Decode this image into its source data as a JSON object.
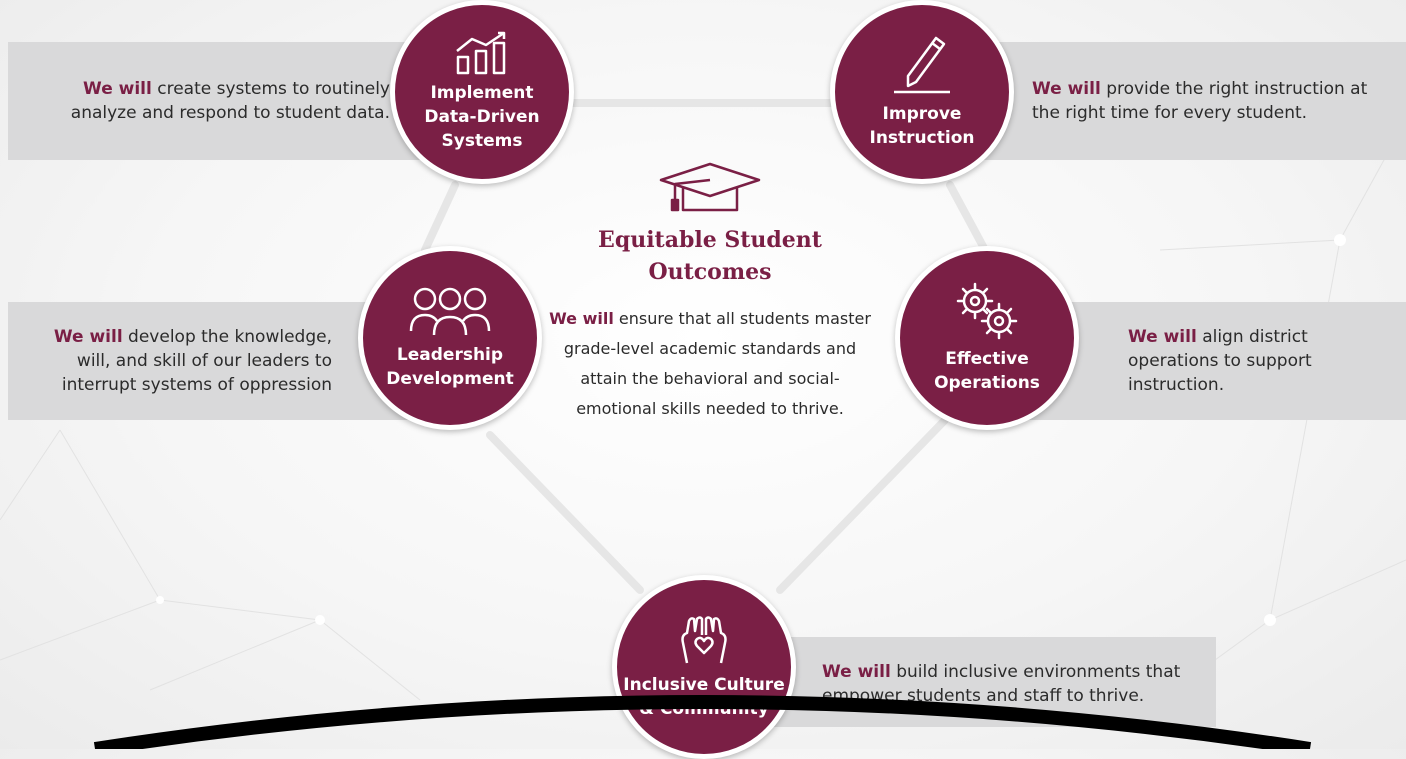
{
  "we_will": "We will",
  "center": {
    "icon": "graduation-cap-icon",
    "title": "Equitable Student\nOutcomes",
    "text": "ensure that all students master grade-level academic standards and attain the behavioral and social-emotional skills needed to thrive."
  },
  "pillars": [
    {
      "icon": "bar-chart-icon",
      "label": "Implement\nData-Driven\nSystems",
      "text": "create systems to routinely analyze and respond to student data."
    },
    {
      "icon": "pencil-icon",
      "label": "Improve\nInstruction",
      "text": "provide the right instruction at the right time for every student."
    },
    {
      "icon": "people-icon",
      "label": "Leadership\nDevelopment",
      "text": "develop the knowledge, will, and skill of our leaders to interrupt systems of oppression"
    },
    {
      "icon": "gears-icon",
      "label": "Effective\nOperations",
      "text": "align district operations to support instruction."
    },
    {
      "icon": "hands-heart-icon",
      "label": "Inclusive Culture\n& Community",
      "text": "build inclusive environments that empower students and staff to thrive."
    }
  ],
  "colors": {
    "accent": "#7a1f45",
    "band": "#d9d9da",
    "text": "#2b2b2b"
  }
}
